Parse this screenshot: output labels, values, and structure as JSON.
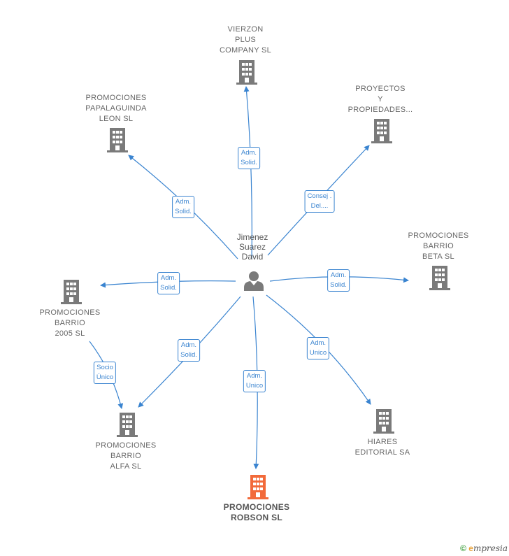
{
  "center": {
    "name_lines": [
      "Jimenez",
      "Suarez",
      "David"
    ],
    "icon": "person-icon"
  },
  "companies": {
    "vierzon": {
      "lines": [
        "VIERZON",
        "PLUS",
        "COMPANY  SL"
      ],
      "icon": "building-icon"
    },
    "proyectos": {
      "lines": [
        "PROYECTOS",
        "Y",
        "PROPIEDADES..."
      ],
      "icon": "building-icon"
    },
    "papalaguinda": {
      "lines": [
        "PROMOCIONES",
        "PAPALAGUINDA",
        "LEON  SL"
      ],
      "icon": "building-icon"
    },
    "beta": {
      "lines": [
        "PROMOCIONES",
        "BARRIO",
        "BETA  SL"
      ],
      "icon": "building-icon"
    },
    "b2005": {
      "lines": [
        "PROMOCIONES",
        "BARRIO",
        "2005 SL"
      ],
      "icon": "building-icon"
    },
    "alfa": {
      "lines": [
        "PROMOCIONES",
        "BARRIO",
        "ALFA  SL"
      ],
      "icon": "building-icon"
    },
    "hiares": {
      "lines": [
        "HIARES",
        "EDITORIAL SA"
      ],
      "icon": "building-icon"
    },
    "robson": {
      "lines": [
        "PROMOCIONES",
        "ROBSON  SL"
      ],
      "icon": "building-icon",
      "highlight": true
    }
  },
  "relations": {
    "vierzon": [
      "Adm.",
      "Solid."
    ],
    "proyectos": [
      "Consej .",
      "Del...."
    ],
    "papalaguinda": [
      "Adm.",
      "Solid."
    ],
    "b2005": [
      "Adm.",
      "Solid."
    ],
    "beta": [
      "Adm.",
      "Solid."
    ],
    "alfa": [
      "Adm.",
      "Solid."
    ],
    "robson": [
      "Adm.",
      "Unico"
    ],
    "hiares": [
      "Adm.",
      "Unico"
    ],
    "b2005_alfa": [
      "Socio",
      "Único"
    ]
  },
  "colors": {
    "edge": "#3a84d0",
    "building": "#7a7a7a",
    "building_highlight": "#f26a3a",
    "person": "#7a7a7a"
  },
  "footer": {
    "copyright": "©",
    "brand_initial": "e",
    "brand_rest": "mpresia"
  }
}
